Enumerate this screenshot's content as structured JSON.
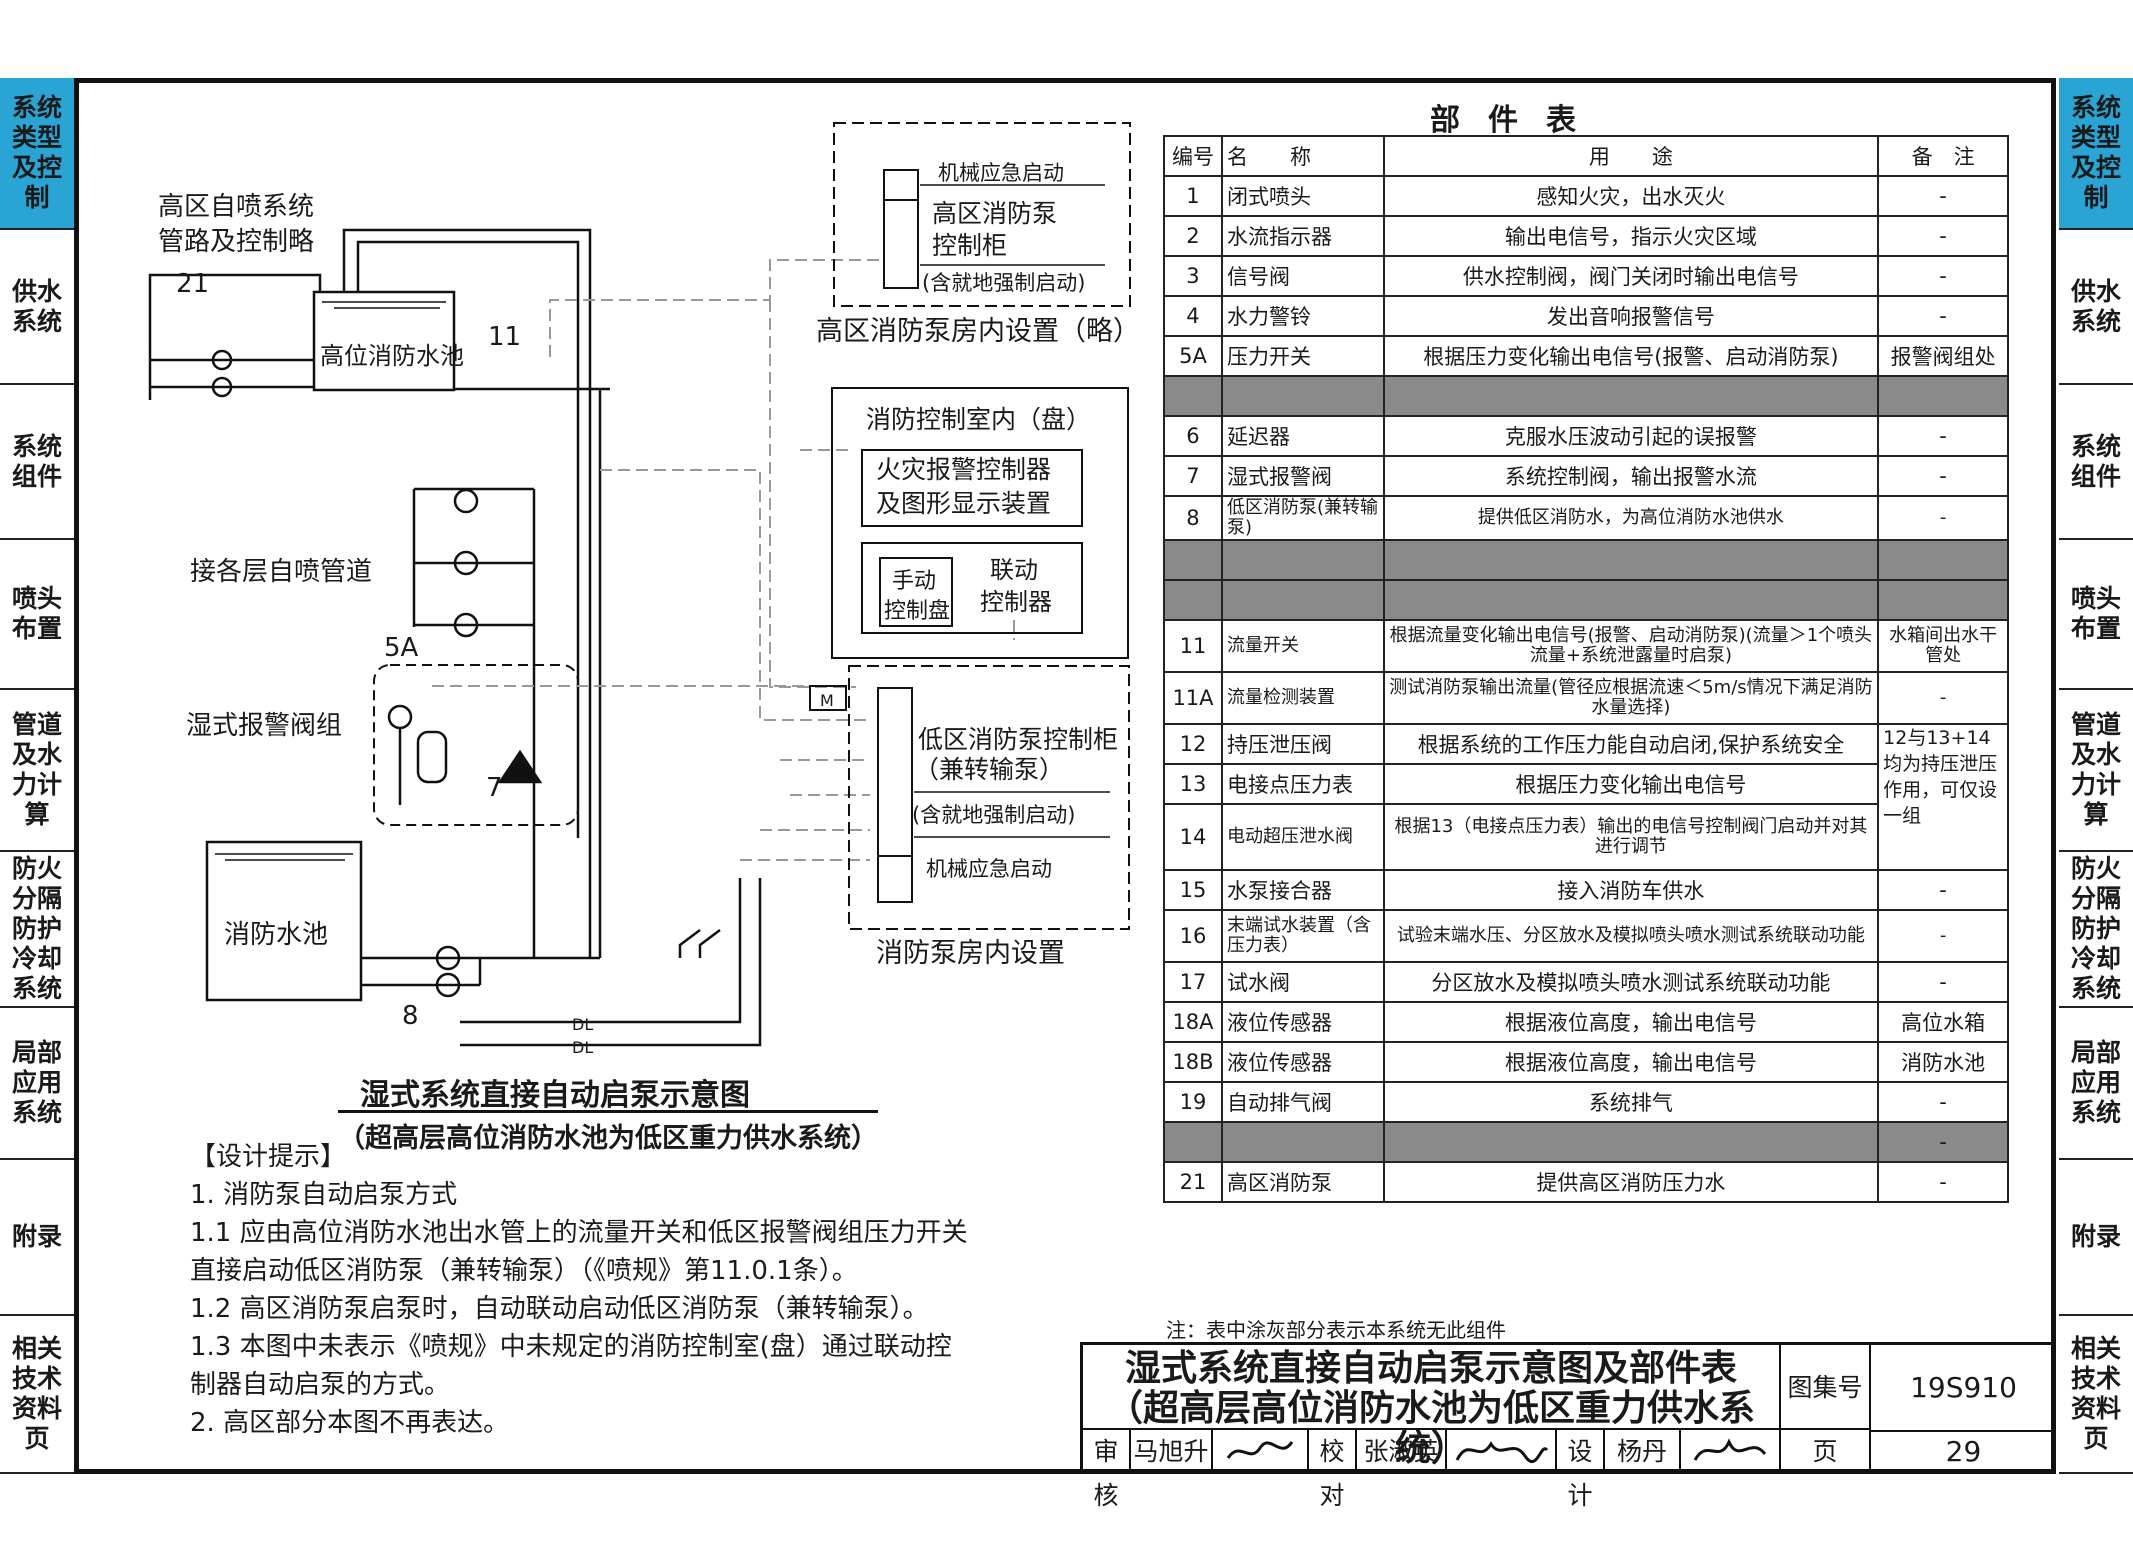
{
  "left_tabs": [
    {
      "label": "系统类型及控制",
      "active": true
    },
    {
      "label": "供水系统",
      "active": false
    },
    {
      "label": "系统组件",
      "active": false
    },
    {
      "label": "喷头布置",
      "active": false
    },
    {
      "label": "管道及水力计算",
      "active": false
    },
    {
      "label": "防火分隔防护冷却系统",
      "active": false
    },
    {
      "label": "局部应用系统",
      "active": false
    },
    {
      "label": "附录",
      "active": false
    },
    {
      "label": "相关技术资料页",
      "active": false
    }
  ],
  "colors": {
    "tab_active": "#2aa4d5",
    "grey_row": "#8a8a8a"
  },
  "diagram": {
    "high_zone_label_1": "高区自喷系统",
    "high_zone_label_2": "管路及控制略",
    "tag_21": "21",
    "tank_label": "高位消防水池",
    "tag_11": "11",
    "branch_label": "接各层自喷管道",
    "tag_5a": "5A",
    "alarm_group_label": "湿式报警阀组",
    "tag_7": "7",
    "pool_label": "消防水池",
    "tag_8": "8",
    "dl": "DL",
    "box1_l1": "机械应急启动",
    "box1_l2": "高区消防泵",
    "box1_l3": "控制柜",
    "box1_l4": "(含就地强制启动)",
    "box1_caption": "高区消防泵房内设置（略）",
    "box2_title": "消防控制室内（盘）",
    "box2_l1": "火灾报警控制器",
    "box2_l2": "及图形显示装置",
    "manual_1": "手动",
    "manual_2": "控制盘",
    "linkage_1": "联动",
    "linkage_2": "控制器",
    "box3_m": "M",
    "box3_l1": "低区消防泵控制柜",
    "box3_l2": "（兼转输泵）",
    "box3_l3": "(含就地强制启动)",
    "box3_l4": "机械应急启动",
    "box3_caption": "消防泵房内设置"
  },
  "diagram_title": "湿式系统直接自动启泵示意图",
  "diagram_subtitle": "（超高层高位消防水池为低区重力供水系统）",
  "hints": [
    "【设计提示】",
    "1. 消防泵自动启泵方式",
    "1.1 应由高位消防水池出水管上的流量开关和低区报警阀组压力开关",
    "直接启动低区消防泵（兼转输泵）（《喷规》第11.0.1条）。",
    "1.2  高区消防泵启泵时，自动联动启动低区消防泵（兼转输泵）。",
    "1.3  本图中未表示《喷规》中未规定的消防控制室(盘）通过联动控",
    "制器自动启泵的方式。",
    "2. 高区部分本图不再表达。"
  ],
  "parts_table": {
    "title": "部件表",
    "headers": [
      "编号",
      "名　　称",
      "用　　途",
      "备　注"
    ],
    "rows": [
      {
        "no": "1",
        "name": "闭式喷头",
        "use": "感知火灾，出水灭火",
        "note": "-"
      },
      {
        "no": "2",
        "name": "水流指示器",
        "use": "输出电信号，指示火灾区域",
        "note": "-"
      },
      {
        "no": "3",
        "name": "信号阀",
        "use": "供水控制阀，阀门关闭时输出电信号",
        "note": "-"
      },
      {
        "no": "4",
        "name": "水力警铃",
        "use": "发出音响报警信号",
        "note": "-"
      },
      {
        "no": "5A",
        "name": "压力开关",
        "use": "根据压力变化输出电信号(报警、启动消防泵)",
        "note": "报警阀组处"
      },
      {
        "grey": true
      },
      {
        "no": "6",
        "name": "延迟器",
        "use": "克服水压波动引起的误报警",
        "note": "-"
      },
      {
        "no": "7",
        "name": "湿式报警阀",
        "use": "系统控制阀，输出报警水流",
        "note": "-"
      },
      {
        "no": "8",
        "name": "低区消防泵(兼转输泵)",
        "use": "提供低区消防水，为高位消防水池供水",
        "note": "-"
      },
      {
        "grey": true
      },
      {
        "grey": true
      },
      {
        "no": "11",
        "name": "流量开关",
        "use": "根据流量变化输出电信号(报警、启动消防泵)(流量＞1个喷头流量+系统泄露量时启泵)",
        "note": "水箱间出水干管处"
      },
      {
        "no": "11A",
        "name": "流量检测装置",
        "use": "测试消防泵输出流量(管径应根据流速＜5m/s情况下满足消防水量选择)",
        "note": "-"
      },
      {
        "no": "12",
        "name": "持压泄压阀",
        "use": "根据系统的工作压力能自动启闭,保护系统安全",
        "note": "12与13+14均为持压泄压作用，可仅设一组"
      },
      {
        "no": "13",
        "name": "电接点压力表",
        "use": "根据压力变化输出电信号",
        "note": ""
      },
      {
        "no": "14",
        "name": "电动超压泄水阀",
        "use": "根据13（电接点压力表）输出的电信号控制阀门启动并对其进行调节",
        "note": ""
      },
      {
        "no": "15",
        "name": "水泵接合器",
        "use": "接入消防车供水",
        "note": "-"
      },
      {
        "no": "16",
        "name": "末端试水装置（含压力表）",
        "use": "试验末端水压、分区放水及模拟喷头喷水测试系统联动功能",
        "note": "-"
      },
      {
        "no": "17",
        "name": "试水阀",
        "use": "分区放水及模拟喷头喷水测试系统联动功能",
        "note": "-"
      },
      {
        "no": "18A",
        "name": "液位传感器",
        "use": "根据液位高度，输出电信号",
        "note": "高位水箱"
      },
      {
        "no": "18B",
        "name": "液位传感器",
        "use": "根据液位高度，输出电信号",
        "note": "消防水池"
      },
      {
        "no": "19",
        "name": "自动排气阀",
        "use": "系统排气",
        "note": "-"
      },
      {
        "grey": true,
        "note": "-"
      },
      {
        "no": "21",
        "name": "高区消防泵",
        "use": "提供高区消防压力水",
        "note": "-"
      }
    ]
  },
  "table_note": "注：表中涂灰部分表示本系统无此组件",
  "title_block": {
    "title_1": "湿式系统直接自动启泵示意图及部件表",
    "title_2": "（超高层高位消防水池为低区重力供水系统）",
    "atlas_label": "图集号",
    "atlas_no": "19S910",
    "page_label": "页",
    "page_no": "29",
    "review_label": "审核",
    "reviewer": "马旭升",
    "check_label": "校对",
    "checker": "张淑英",
    "design_label": "设计",
    "designer": "杨丹"
  }
}
